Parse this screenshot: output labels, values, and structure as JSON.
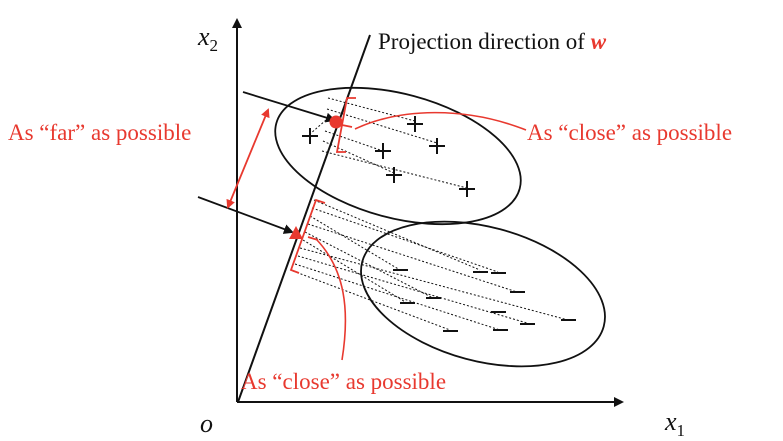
{
  "labels": {
    "projection": "Projection direction of ",
    "projection_vector": "w",
    "far": "As “far” as possible",
    "close_top": "As “close” as possible",
    "close_bottom": "As “close” as possible",
    "x_axis": "x",
    "x_axis_sub": "1",
    "y_axis": "x",
    "y_axis_sub": "2",
    "origin": "o"
  },
  "classes": {
    "positive_marker": "+",
    "negative_marker": "−"
  },
  "colors": {
    "annotation": "#e8392f",
    "ink": "#111111"
  }
}
